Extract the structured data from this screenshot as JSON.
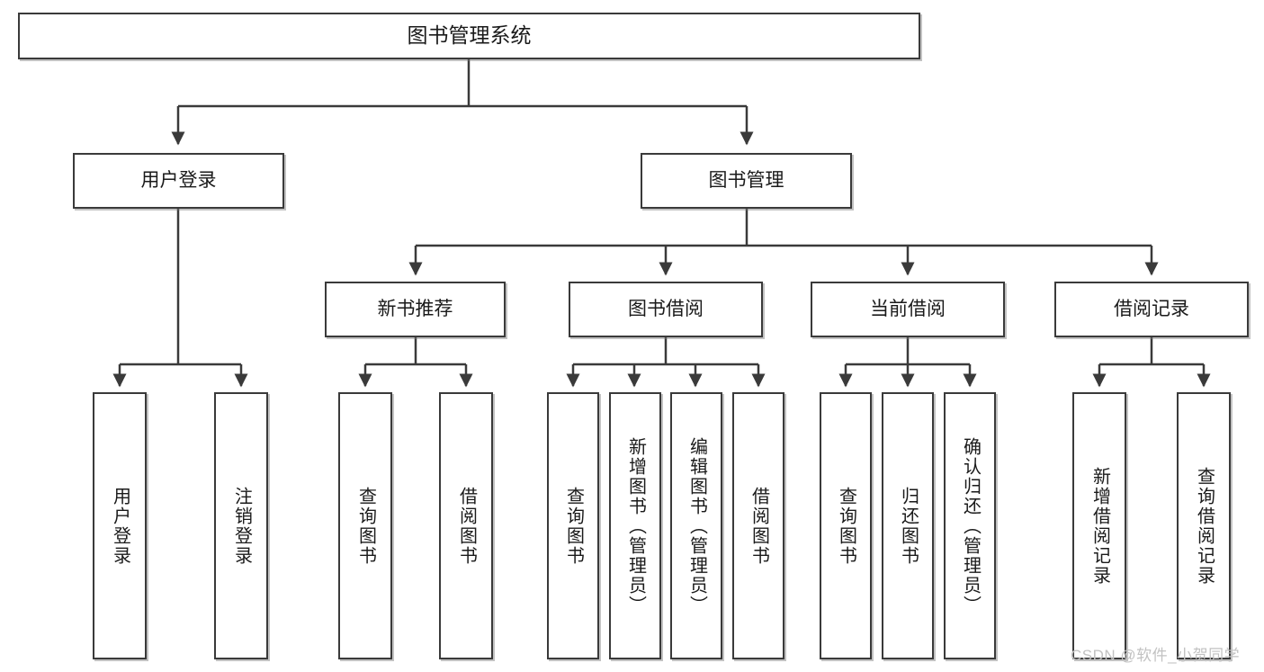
{
  "diagram": {
    "type": "tree",
    "title": "图书管理系统",
    "root": {
      "label": "图书管理系统"
    },
    "level1": [
      {
        "label": "用户登录"
      },
      {
        "label": "图书管理"
      }
    ],
    "level2": [
      {
        "label": "新书推荐"
      },
      {
        "label": "图书借阅"
      },
      {
        "label": "当前借阅"
      },
      {
        "label": "借阅记录"
      }
    ],
    "leaves": [
      {
        "label": "用户登录"
      },
      {
        "label": "注销登录"
      },
      {
        "label": "查询图书"
      },
      {
        "label": "借阅图书"
      },
      {
        "label": "查询图书"
      },
      {
        "label": "新增图书（管理员）"
      },
      {
        "label": "编辑图书（管理员）"
      },
      {
        "label": "借阅图书"
      },
      {
        "label": "查询图书"
      },
      {
        "label": "归还图书"
      },
      {
        "label": "确认归还（管理员）"
      },
      {
        "label": "新增借阅记录"
      },
      {
        "label": "查询借阅记录"
      }
    ],
    "watermark": "CSDN @软件_小贺同学",
    "colors": {
      "border": "#3a3a3a",
      "text": "#1a1a1a",
      "background": "#ffffff",
      "watermark": "#c2c2c2"
    }
  }
}
